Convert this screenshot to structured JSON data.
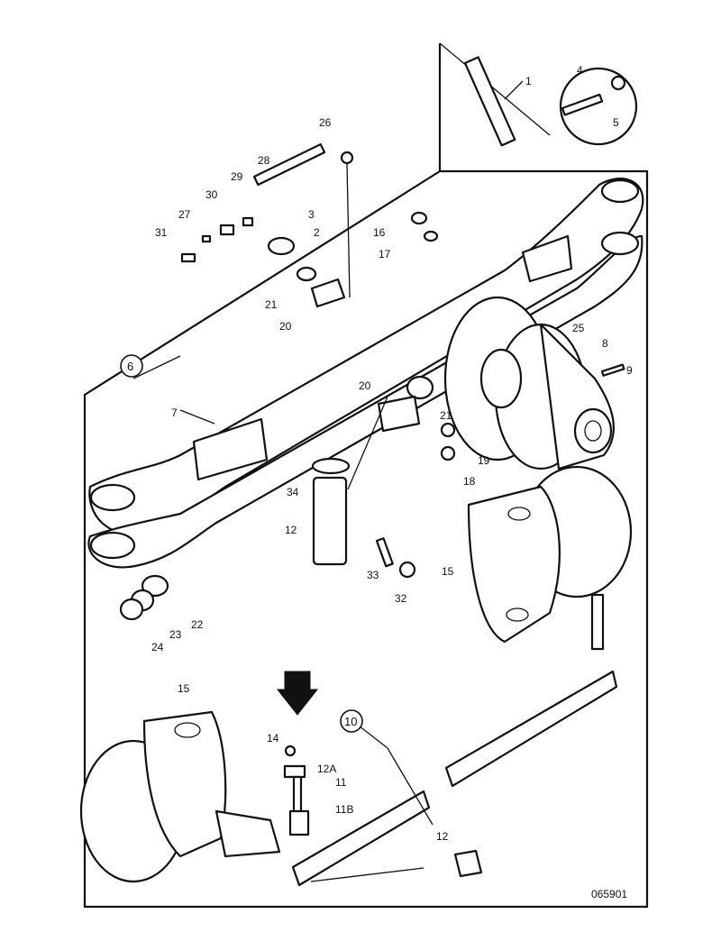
{
  "callouts": {
    "c1": "1",
    "c2": "2",
    "c3": "3",
    "c4": "4",
    "c5": "5",
    "c6": "6",
    "c7": "7",
    "c8": "8",
    "c9": "9",
    "c10": "10",
    "c11": "11",
    "c11b": "11B",
    "c12a": "12",
    "c12b": "12",
    "c12c": "12A",
    "c14": "14",
    "c15a": "15",
    "c15b": "15",
    "c16": "16",
    "c17": "17",
    "c18": "18",
    "c19": "19",
    "c20a": "20",
    "c20b": "20",
    "c21a": "21",
    "c21b": "21",
    "c22": "22",
    "c23": "23",
    "c24": "24",
    "c25": "25",
    "c26": "26",
    "c27": "27",
    "c28": "28",
    "c29": "29",
    "c30": "30",
    "c31": "31",
    "c32": "32",
    "c33": "33",
    "c34": "34"
  },
  "figure_code": "065901"
}
